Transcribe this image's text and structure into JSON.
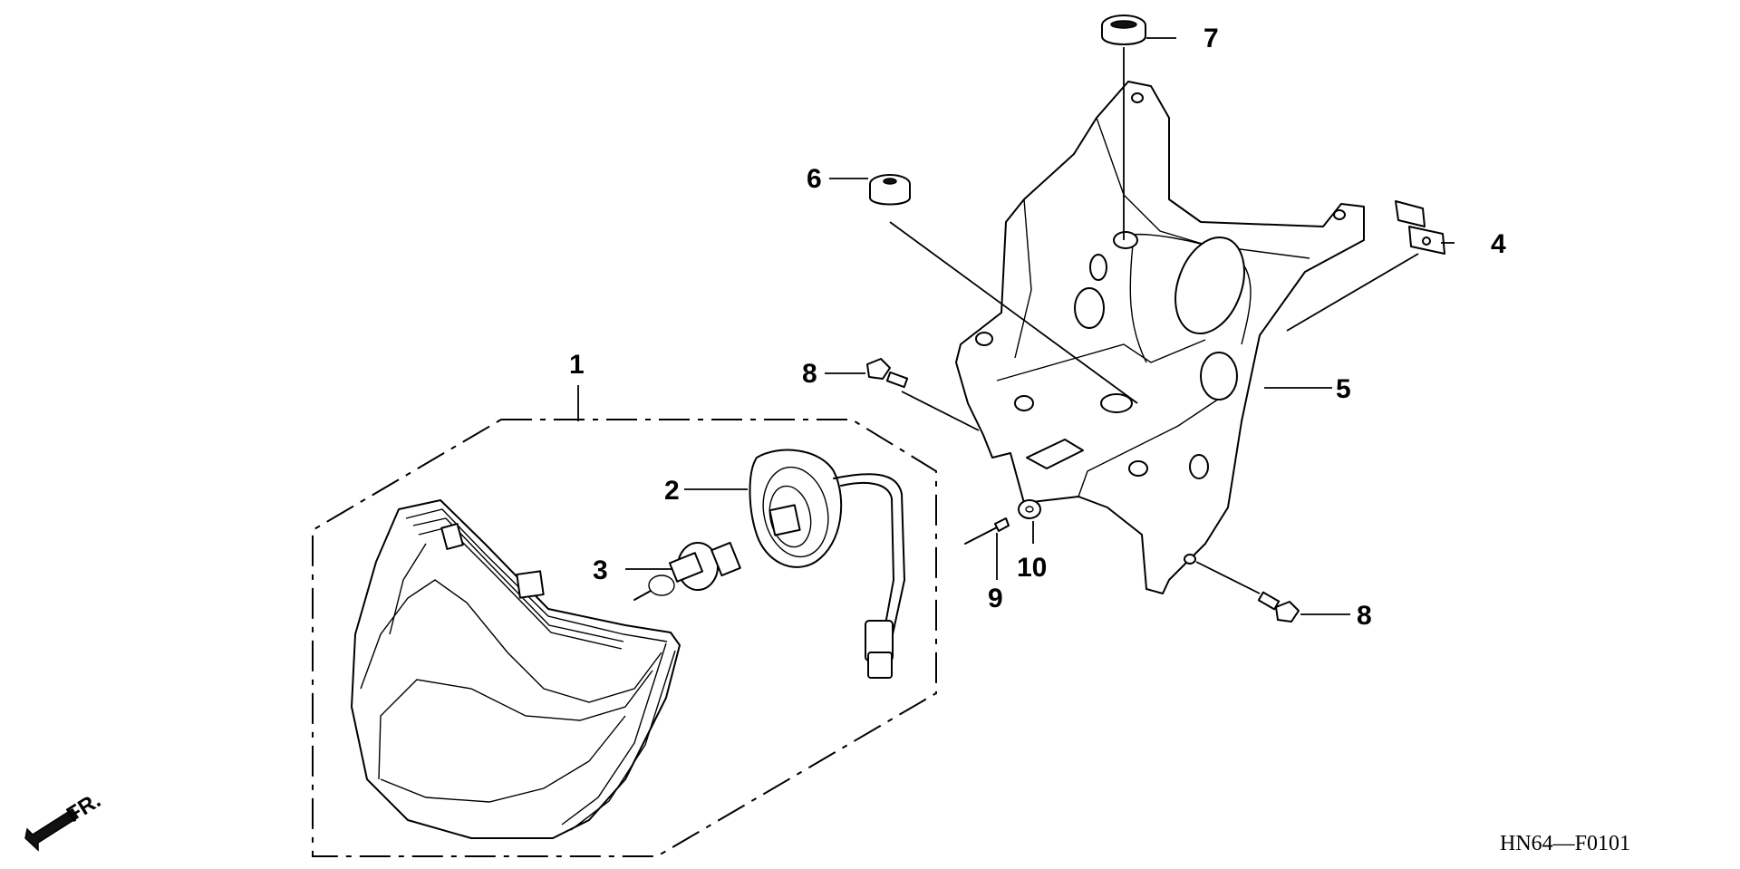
{
  "diagram": {
    "code": "HN64—F0101",
    "front_label": "FR.",
    "callouts": [
      {
        "num": "1"
      },
      {
        "num": "2"
      },
      {
        "num": "3"
      },
      {
        "num": "4"
      },
      {
        "num": "5"
      },
      {
        "num": "6"
      },
      {
        "num": "7"
      },
      {
        "num": "8"
      },
      {
        "num": "8"
      },
      {
        "num": "9"
      },
      {
        "num": "10"
      }
    ]
  }
}
